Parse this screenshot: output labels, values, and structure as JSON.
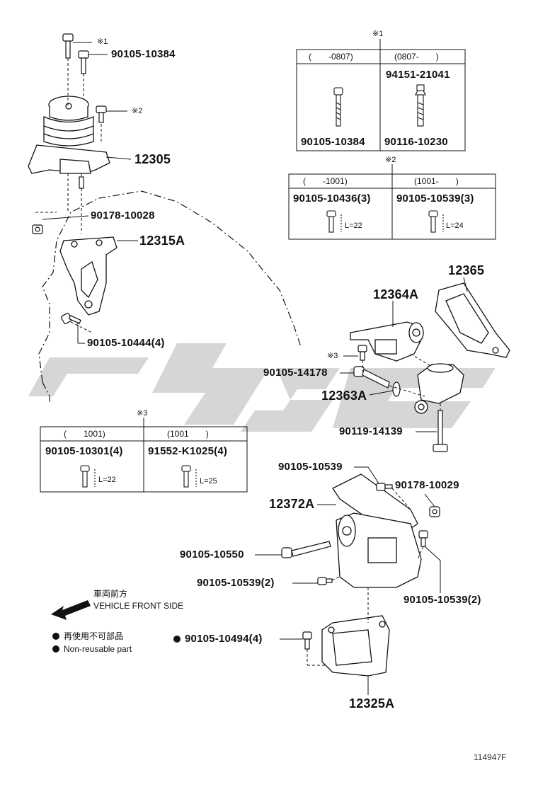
{
  "parts": {
    "p_90105_10384_top": "90105-10384",
    "p_12305": "12305",
    "p_90178_10028": "90178-10028",
    "p_12315A": "12315A",
    "p_90105_10444": "90105-10444(4)",
    "p_12365": "12365",
    "p_12364A": "12364A",
    "p_90105_14178": "90105-14178",
    "p_12363A": "12363A",
    "p_90119_14139": "90119-14139",
    "p_90105_10539_a": "90105-10539",
    "p_90178_10029": "90178-10029",
    "p_12372A": "12372A",
    "p_90105_10550": "90105-10550",
    "p_90105_10539_b": "90105-10539(2)",
    "p_90105_10539_c": "90105-10539(2)",
    "p_90105_10494": "90105-10494(4)",
    "p_12325A": "12325A"
  },
  "marks": {
    "m1_bolt": "※1",
    "m2_bolt": "※2",
    "m3_bolt": "※3",
    "m1_table": "※1",
    "m2_table": "※2",
    "m3_table": "※3"
  },
  "table1": {
    "col1_header": "(　　-0807)",
    "col2_header": "(0807-　　)",
    "col1_part": "90105-10384",
    "col2_part_top": "94151-21041",
    "col2_part_bottom": "90116-10230"
  },
  "table2": {
    "col1_header": "(　　-1001)",
    "col2_header": "(1001-　　)",
    "col1_part": "90105-10436(3)",
    "col2_part": "90105-10539(3)",
    "col1_length": "L=22",
    "col2_length": "L=24"
  },
  "table3": {
    "col1_header": "(　　1001)",
    "col2_header": "(1001　　)",
    "col1_part": "90105-10301(4)",
    "col2_part": "91552-K1025(4)",
    "col1_length": "L=22",
    "col2_length": "L=25"
  },
  "legend": {
    "front_jp": "車両前方",
    "front_en": "VEHICLE FRONT SIDE",
    "nonreuse_jp": "再使用不可部品",
    "nonreuse_en": "Non-reusable part"
  },
  "doc_id": "114947F",
  "colors": {
    "line": "#111111",
    "watermark": "#c8c8c8"
  }
}
